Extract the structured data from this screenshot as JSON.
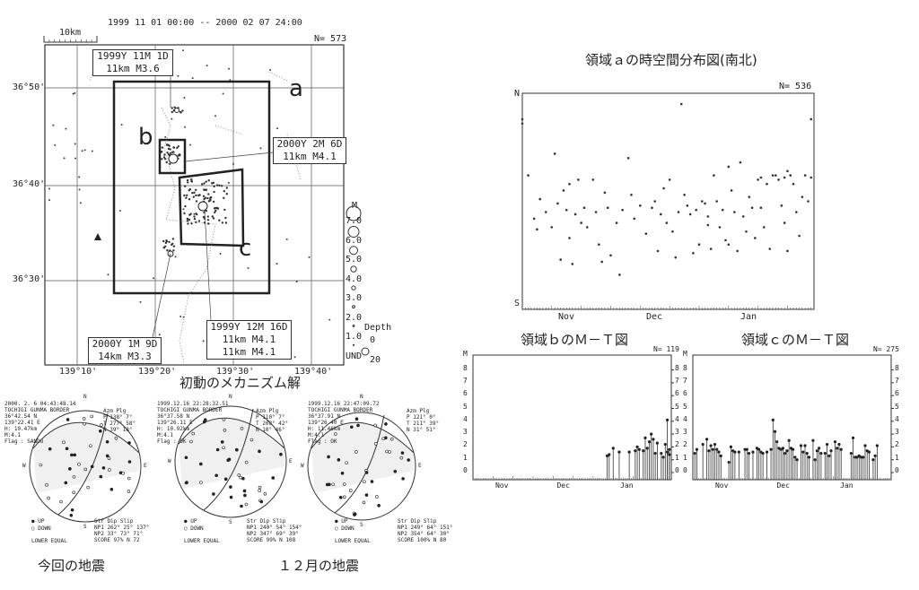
{
  "map": {
    "period": "1999 11 01 00:00 -- 2000 02 07 24:00",
    "scale": "10km",
    "count": "N= 573",
    "lat_labels": [
      "36°50'",
      "36°40'",
      "36°30'"
    ],
    "lon_labels": [
      "139°10'",
      "139°20'",
      "139°30'",
      "139°40'"
    ],
    "regions": [
      "a",
      "b",
      "c"
    ],
    "callouts": [
      {
        "line1": "1999Y 11M 1D",
        "line2": "11km  M3.6"
      },
      {
        "line1": "2000Y 2M 6D",
        "line2": "11km  M4.1"
      },
      {
        "line1": "2000Y 1M 9D",
        "line2": "14km  M3.3"
      },
      {
        "line1": "1999Y 12M 16D",
        "line2": "11km  M4.1",
        "line3": "11km  M4.1"
      }
    ],
    "legend": {
      "m_title": "M",
      "m_values": [
        "7.0",
        "6.0",
        "5.0",
        "4.0",
        "3.0",
        "2.0",
        "1.0",
        "UND"
      ],
      "depth_title": "Depth",
      "depth_values": [
        "0",
        "20"
      ]
    }
  },
  "mechanism": {
    "title": "初動のメカニズム解",
    "label_current": "今回の地震",
    "label_december": "１２月の地震",
    "solutions": [
      {
        "header": [
          "2000. 2. 6  04:43:48.14",
          "TOCHIGI GUNMA BORDER",
          " 36°42.54 N",
          "139°22.41 E",
          "  H: 10.47km",
          "  M:4.1",
          "Flag : SANDO"
        ],
        "axes": [
          "Azm Plg",
          "P  138°  7°",
          "T  277°  58°",
          "N   39°  18°"
        ],
        "np": [
          "Str Dip Slip",
          "NP1  262°  25°  137°",
          "NP2   33°  73°   71°",
          "SCORE  97%   N  72"
        ]
      },
      {
        "header": [
          "1999.12.16  22:28:32.51",
          "TOCHIGI GUNMA BORDER",
          " 36°37.58 N",
          "139°26.11 E",
          "  H: 10.92km",
          "  M:4.1",
          "Flag : OK"
        ],
        "axes": [
          "Azm Plg",
          "P  110°  7°",
          "T  208°  42°",
          "N   10°  46°"
        ],
        "np": [
          "Str Dip Slip",
          "NP1  240°  54°  154°",
          "NP2  347°  69°   39°",
          "SCORE  99%  N 108"
        ]
      },
      {
        "header": [
          "1999.12.16  22:47:09.72",
          "TOCHIGI GUNMA BORDER",
          " 36°37.91 N",
          "139°26.40 E",
          "  H: 11.46km",
          "  M:4.1",
          "Flag : OK"
        ],
        "axes": [
          "Azm Plg",
          "P  121°  0°",
          "T  211°  39°",
          "N   31°  51°"
        ],
        "np": [
          "Str Dip Slip",
          "NP1  249°  64°  151°",
          "NP2  354°  64°   30°",
          "SCORE 100%   N  80"
        ]
      }
    ],
    "legend_up": "● UP",
    "legend_down": "○ DOWN",
    "projection": "LOWER EQUAL",
    "compass": [
      "N",
      "E",
      "S",
      "W"
    ]
  },
  "chart_data": [
    {
      "type": "scatter",
      "title": "領域ａの時空間分布図(南北)",
      "count": "N= 536",
      "ylabel_top": "N",
      "ylabel_bottom": "S",
      "tick_labels": [
        "Nov",
        "Dec",
        "Jan"
      ],
      "x_range_days": [
        0,
        99
      ],
      "y_range": [
        0,
        1
      ],
      "points": [
        [
          0,
          0.88
        ],
        [
          0,
          0.86
        ],
        [
          2,
          0.62
        ],
        [
          4,
          0.42
        ],
        [
          5,
          0.37
        ],
        [
          6,
          0.51
        ],
        [
          8,
          0.45
        ],
        [
          10,
          0.38
        ],
        [
          11,
          0.72
        ],
        [
          12,
          0.49
        ],
        [
          13,
          0.23
        ],
        [
          14,
          0.55
        ],
        [
          15,
          0.46
        ],
        [
          16,
          0.33
        ],
        [
          17,
          0.21
        ],
        [
          18,
          0.44
        ],
        [
          19,
          0.6
        ],
        [
          20,
          0.4
        ],
        [
          21,
          0.47
        ],
        [
          22,
          0.38
        ],
        [
          24,
          0.6
        ],
        [
          25,
          0.45
        ],
        [
          26,
          0.3
        ],
        [
          28,
          0.54
        ],
        [
          29,
          0.47
        ],
        [
          30,
          0.25
        ],
        [
          32,
          0.4
        ],
        [
          33,
          0.16
        ],
        [
          36,
          0.7
        ],
        [
          37,
          0.53
        ],
        [
          38,
          0.42
        ],
        [
          40,
          0.48
        ],
        [
          42,
          0.35
        ],
        [
          45,
          0.5
        ],
        [
          47,
          0.44
        ],
        [
          48,
          0.56
        ],
        [
          49,
          0.4
        ],
        [
          50,
          0.6
        ],
        [
          51,
          0.36
        ],
        [
          52,
          0.24
        ],
        [
          53,
          0.45
        ],
        [
          54,
          0.95
        ],
        [
          55,
          0.53
        ],
        [
          56,
          0.48
        ],
        [
          57,
          0.44
        ],
        [
          58,
          0.26
        ],
        [
          59,
          0.46
        ],
        [
          60,
          0.3
        ],
        [
          61,
          0.5
        ],
        [
          62,
          0.49
        ],
        [
          63,
          0.43
        ],
        [
          64,
          0.28
        ],
        [
          65,
          0.62
        ],
        [
          66,
          0.5
        ],
        [
          67,
          0.38
        ],
        [
          68,
          0.46
        ],
        [
          69,
          0.32
        ],
        [
          70,
          0.66
        ],
        [
          71,
          0.55
        ],
        [
          72,
          0.45
        ],
        [
          73,
          0.27
        ],
        [
          74,
          0.68
        ],
        [
          75,
          0.43
        ],
        [
          76,
          0.36
        ],
        [
          77,
          0.52
        ],
        [
          78,
          0.47
        ],
        [
          79,
          0.33
        ],
        [
          80,
          0.6
        ],
        [
          81,
          0.47
        ],
        [
          82,
          0.38
        ],
        [
          83,
          0.58
        ],
        [
          84,
          0.28
        ],
        [
          85,
          0.62
        ],
        [
          86,
          0.62
        ],
        [
          87,
          0.6
        ],
        [
          88,
          0.48
        ],
        [
          89,
          0.4
        ],
        [
          90,
          0.27
        ],
        [
          91,
          0.62
        ],
        [
          92,
          0.58
        ],
        [
          93,
          0.45
        ],
        [
          94,
          0.34
        ],
        [
          95,
          0.52
        ],
        [
          96,
          0.62
        ],
        [
          97,
          0.5
        ],
        [
          98,
          0.61
        ],
        [
          98,
          0.88
        ],
        [
          16,
          0.58
        ],
        [
          27,
          0.22
        ],
        [
          34,
          0.46
        ],
        [
          44,
          0.47
        ],
        [
          46,
          0.27
        ],
        [
          63,
          0.39
        ],
        [
          70,
          0.3
        ],
        [
          81,
          0.61
        ],
        [
          89,
          0.61
        ],
        [
          90,
          0.64
        ]
      ]
    },
    {
      "type": "bar",
      "title": "領域ｂのＭ－Ｔ図",
      "count": "N= 119",
      "ylabel": "M",
      "y_ticks": [
        "0",
        "1",
        "2",
        "3",
        "4",
        "5",
        "6",
        "7",
        "8"
      ],
      "tick_labels": [
        "Nov",
        "Dec",
        "Jan"
      ],
      "x_range_days": [
        0,
        99
      ],
      "ylim": [
        -0.5,
        9
      ],
      "events": [
        [
          67,
          1.3
        ],
        [
          68,
          1.4
        ],
        [
          70,
          1.9
        ],
        [
          73,
          1.6
        ],
        [
          78,
          1.6
        ],
        [
          81,
          1.7
        ],
        [
          82,
          2.0
        ],
        [
          83,
          1.8
        ],
        [
          85,
          1.7
        ],
        [
          86,
          2.7
        ],
        [
          87,
          1.9
        ],
        [
          88,
          2.4
        ],
        [
          89,
          3.0
        ],
        [
          90,
          2.6
        ],
        [
          91,
          1.5
        ],
        [
          92,
          2.3
        ],
        [
          94,
          1.5
        ],
        [
          95,
          1.2
        ],
        [
          96,
          2.2
        ],
        [
          97,
          1.6
        ],
        [
          97,
          4.1
        ],
        [
          98,
          1.8
        ],
        [
          98,
          1.4
        ]
      ]
    },
    {
      "type": "bar",
      "title": "領域ｃのＭ－Ｔ図",
      "count": "N= 275",
      "ylabel": "M",
      "y_ticks": [
        "0",
        "1",
        "2",
        "3",
        "4",
        "5",
        "6",
        "7",
        "8"
      ],
      "tick_labels": [
        "Nov",
        "Dec",
        "Jan"
      ],
      "x_range_days": [
        0,
        99
      ],
      "ylim": [
        -0.5,
        9
      ],
      "events": [
        [
          1,
          1.5
        ],
        [
          2,
          1.8
        ],
        [
          5,
          2.2
        ],
        [
          7,
          2.6
        ],
        [
          8,
          1.7
        ],
        [
          9,
          2.1
        ],
        [
          10,
          1.8
        ],
        [
          11,
          2.2
        ],
        [
          12,
          1.8
        ],
        [
          13,
          1.6
        ],
        [
          14,
          1.3
        ],
        [
          18,
          0.8
        ],
        [
          19,
          2.0
        ],
        [
          20,
          1.7
        ],
        [
          21,
          1.6
        ],
        [
          23,
          1.6
        ],
        [
          26,
          1.8
        ],
        [
          27,
          1.8
        ],
        [
          28,
          1.5
        ],
        [
          30,
          1.6
        ],
        [
          32,
          1.9
        ],
        [
          33,
          1.8
        ],
        [
          34,
          1.6
        ],
        [
          35,
          1.5
        ],
        [
          37,
          1.6
        ],
        [
          39,
          1.8
        ],
        [
          40,
          4.1
        ],
        [
          41,
          3.2
        ],
        [
          42,
          2.4
        ],
        [
          43,
          1.9
        ],
        [
          44,
          1.8
        ],
        [
          45,
          1.9
        ],
        [
          46,
          1.5
        ],
        [
          47,
          1.7
        ],
        [
          48,
          2.5
        ],
        [
          49,
          1.9
        ],
        [
          50,
          1.8
        ],
        [
          51,
          1.2
        ],
        [
          52,
          1.0
        ],
        [
          54,
          2.1
        ],
        [
          55,
          1.6
        ],
        [
          56,
          2.1
        ],
        [
          57,
          1.5
        ],
        [
          58,
          1.2
        ],
        [
          60,
          2.5
        ],
        [
          61,
          1.0
        ],
        [
          62,
          1.7
        ],
        [
          63,
          1.9
        ],
        [
          64,
          1.5
        ],
        [
          66,
          1.5
        ],
        [
          67,
          2.2
        ],
        [
          68,
          1.3
        ],
        [
          69,
          1.7
        ],
        [
          71,
          2.4
        ],
        [
          72,
          1.9
        ],
        [
          73,
          2.2
        ],
        [
          74,
          1.8
        ],
        [
          79,
          1.5
        ],
        [
          80,
          2.7
        ],
        [
          81,
          1.2
        ],
        [
          82,
          1.2
        ],
        [
          83,
          1.3
        ],
        [
          84,
          1.2
        ],
        [
          85,
          1.2
        ],
        [
          86,
          2.1
        ],
        [
          87,
          1.7
        ],
        [
          88,
          1.6
        ],
        [
          90,
          1.0
        ],
        [
          91,
          1.3
        ],
        [
          92,
          2.1
        ]
      ]
    }
  ]
}
